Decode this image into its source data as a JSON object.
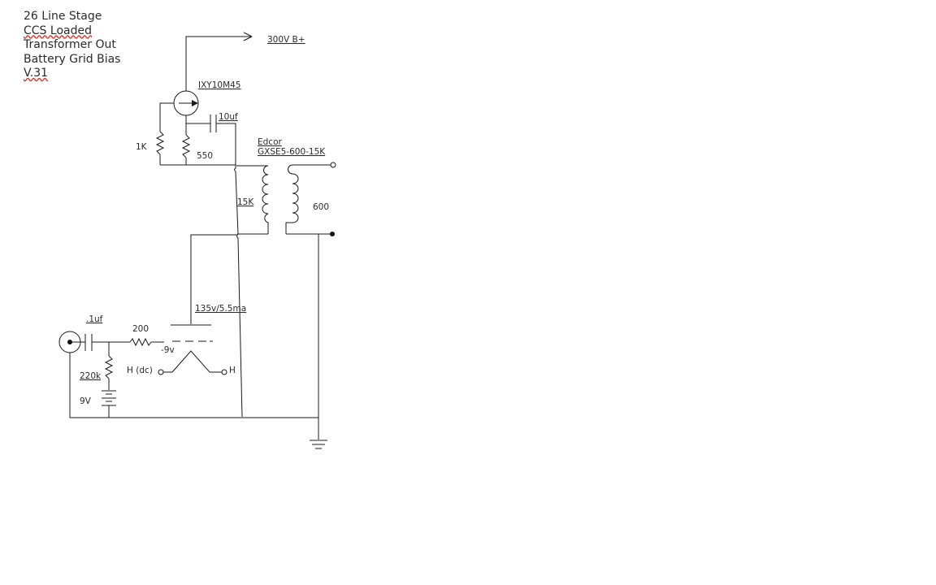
{
  "title_block": {
    "lines": [
      "26 Line Stage",
      "CCS Loaded",
      "Transformer Out",
      "Battery Grid Bias",
      "V.31"
    ]
  },
  "labels": {
    "supply": "300V B+",
    "ccs_part": "IXY10M45",
    "bypass_cap": "10uf",
    "r_1k": "1K",
    "r_550": "550",
    "xfmr_maker": "Edcor",
    "xfmr_model": "GXSE5-600-15K",
    "primary": "15K",
    "secondary": "600",
    "operating_point": "135v/5.5ma",
    "input_cap": ".1uf",
    "grid_stopper": "200",
    "grid_bias": "-9v",
    "grid_leak": "220k",
    "battery": "9V",
    "heater_dc": "H (dc)",
    "heater": "H"
  }
}
